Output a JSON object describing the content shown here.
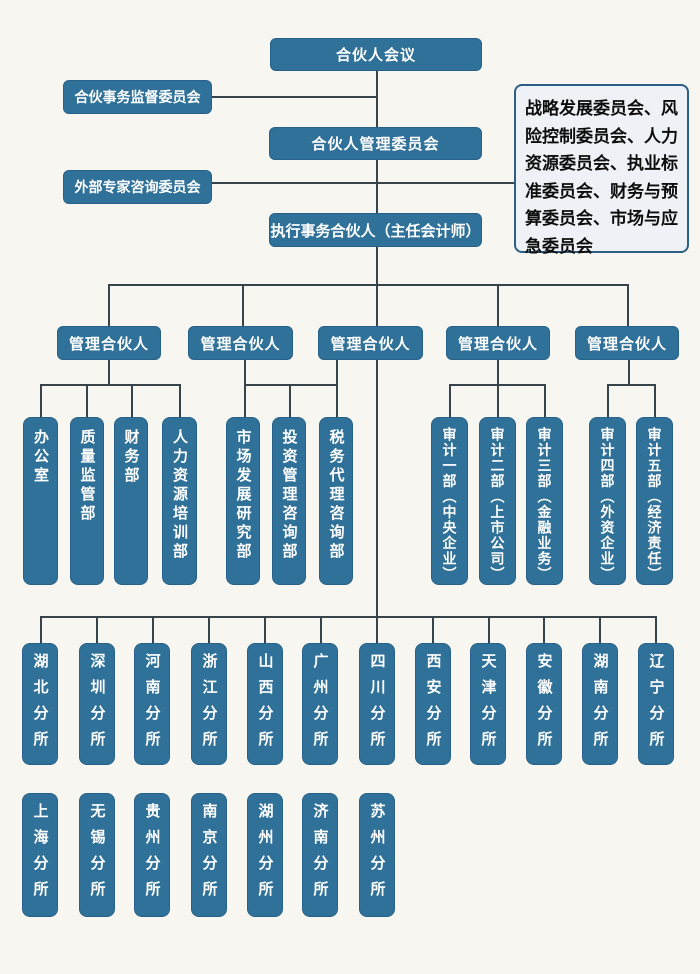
{
  "palette": {
    "background": "#f7f6f1",
    "box_fill": "#2f7199",
    "box_border": "#276189",
    "box_text": "#ffffff",
    "line": "#37444b",
    "note_bg": "#eef2f7",
    "note_border": "#2b5f85",
    "note_text": "#0d0d0d"
  },
  "nodes": {
    "partner_meeting": "合伙人会议",
    "supervision_committee": "合伙事务监督委员会",
    "management_committee": "合伙人管理委员会",
    "external_advisory_committee": "外部专家咨询委员会",
    "executive_partner": "执行事务合伙人（主任会计师）",
    "committees_note": "战略发展委员会、风险控制委员会、人力资源委员会、执业标准委员会、财务与预算委员会、市场与应急委员会"
  },
  "managing_partners": [
    "管理合伙人",
    "管理合伙人",
    "管理合伙人",
    "管理合伙人",
    "管理合伙人"
  ],
  "admin_departments": [
    "办公室",
    "质量监管部",
    "财务部",
    "人力资源培训部"
  ],
  "consulting_departments": [
    "市场发展研究部",
    "投资管理咨询部",
    "税务代理咨询部"
  ],
  "audit_departments_a": [
    "审计一部（中央企业）",
    "审计二部（上市公司）",
    "审计三部（金融业务）"
  ],
  "audit_departments_b": [
    "审计四部（外资企业）",
    "审计五部（经济责任）"
  ],
  "branches_row1": [
    "湖北分所",
    "深圳分所",
    "河南分所",
    "浙江分所",
    "山西分所",
    "广州分所",
    "四川分所",
    "西安分所",
    "天津分所",
    "安徽分所",
    "湖南分所",
    "辽宁分所"
  ],
  "branches_row2": [
    "上海分所",
    "无锡分所",
    "贵州分所",
    "南京分所",
    "湖州分所",
    "济南分所",
    "苏州分所"
  ]
}
